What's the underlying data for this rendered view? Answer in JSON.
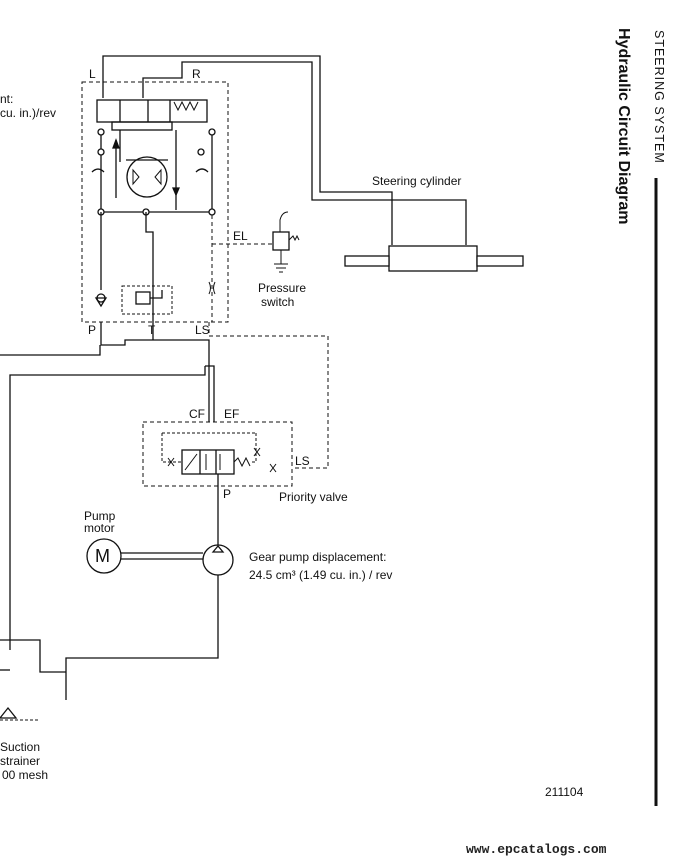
{
  "header": {
    "section": "STEERING SYSTEM",
    "title": "Hydraulic Circuit Diagram"
  },
  "labels": {
    "left_partial_1": "nt:",
    "left_partial_2": "cu. in.)/rev",
    "port_L": "L",
    "port_R": "R",
    "steering_cylinder": "Steering cylinder",
    "port_EL": "EL",
    "pressure_switch_1": "Pressure",
    "pressure_switch_2": "switch",
    "port_P_top": "P",
    "port_T": "T",
    "port_LS_top": "LS",
    "port_CF": "CF",
    "port_EF": "EF",
    "port_LS_right": "LS",
    "port_P_valve": "P",
    "priority_valve": "Priority valve",
    "pump_motor_1": "Pump",
    "pump_motor_2": "motor",
    "motor_symbol": "M",
    "gear_pump_1": "Gear pump  displacement:",
    "gear_pump_2": "24.5 cm³ (1.49 cu. in.) / rev",
    "suction_1": "Suction",
    "suction_2": "strainer",
    "suction_3": "00 mesh",
    "figure_number": "211104",
    "watermark": "www.epcatalogs.com"
  }
}
